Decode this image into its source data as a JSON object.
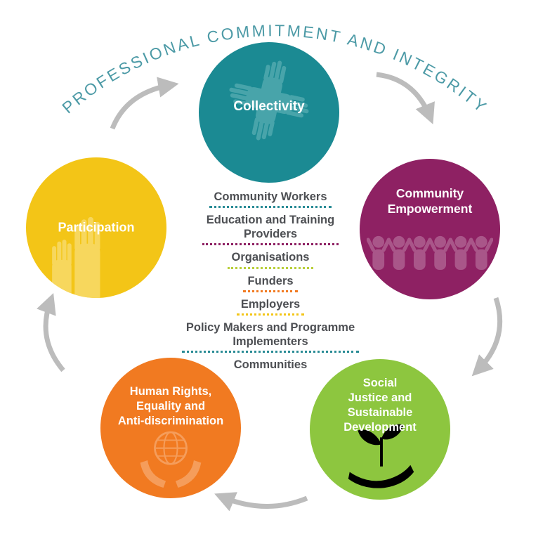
{
  "arc_title": "PROFESSIONAL COMMITMENT AND INTEGRITY",
  "colors": {
    "arc_text": "#4c9aa6",
    "arrow": "#bcbcbc",
    "list_text": "#4d4f53",
    "background": "#ffffff"
  },
  "circles": [
    {
      "label": "Collectivity",
      "color": "#1b8a93",
      "icon_color": "#48a4aa",
      "icon": "clasped-hands-icon"
    },
    {
      "label": "Community\nEmpowerment",
      "color": "#8e2163",
      "icon_color": "#a95689",
      "icon": "people-raised-arms-icon"
    },
    {
      "label": "Social\nJustice and\nSustainable\nDevelopment",
      "color": "#8dc63f",
      "icon_color": "#a9d express56b",
      "icon": "hand-sprout-icon"
    },
    {
      "label": "Human Rights,\nEquality and\nAnti-discrimination",
      "color": "#f17a21",
      "icon_color": "#f59d5b",
      "icon": "hands-holding-globe-icon"
    },
    {
      "label": "Participation",
      "color": "#f3c517",
      "icon_color": "#f7d75d",
      "icon": "raised-hands-icon"
    }
  ],
  "center_list": [
    {
      "label": "Community Workers",
      "divider_color": "#2a8c96"
    },
    {
      "label": "Education and Training\nProviders",
      "divider_color": "#8e2163"
    },
    {
      "label": "Organisations",
      "divider_color": "#b9cf3a"
    },
    {
      "label": "Funders",
      "divider_color": "#f17a21"
    },
    {
      "label": "Employers",
      "divider_color": "#f3c517"
    },
    {
      "label": "Policy Makers and Programme\nImplementers",
      "divider_color": "#2a8c96"
    },
    {
      "label": "Communities",
      "divider_color": null
    }
  ]
}
